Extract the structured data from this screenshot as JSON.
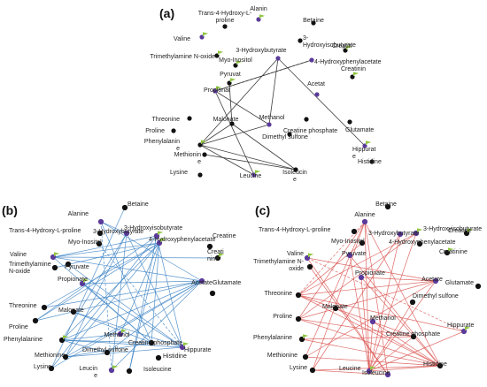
{
  "panels": [
    {
      "id": "a",
      "label": "(a)",
      "nodes": [
        {
          "id": "alanin",
          "lines": [
            "Alanin"
          ],
          "color": "purple",
          "flag": true
        },
        {
          "id": "trans4",
          "lines": [
            "Trans-4-Hydroxy-L-",
            "proline"
          ],
          "color": "black",
          "flag": false
        },
        {
          "id": "betaine",
          "lines": [
            "Betaine"
          ],
          "color": "black",
          "flag": false
        },
        {
          "id": "valine",
          "lines": [
            "Valine"
          ],
          "color": "purple",
          "flag": true
        },
        {
          "id": "hbutyrate",
          "lines": [
            "3-Hydroxybutyrate"
          ],
          "color": "purple",
          "flag": false
        },
        {
          "id": "hisobut",
          "lines": [
            "3-",
            "Hydroxyisobutyrate"
          ],
          "color": "black",
          "flag": false
        },
        {
          "id": "creatin",
          "lines": [
            "Creatin"
          ],
          "color": "black",
          "flag": true
        },
        {
          "id": "tmao",
          "lines": [
            "Trimethylamine N-oxide"
          ],
          "color": "black",
          "flag": true
        },
        {
          "id": "myoinositol",
          "lines": [
            "Myo-Inositol"
          ],
          "color": "black",
          "flag": true
        },
        {
          "id": "hphenyl",
          "lines": [
            "4-Hydroxyphenylacetate"
          ],
          "color": "purple",
          "flag": false
        },
        {
          "id": "creatinin",
          "lines": [
            "Creatinin"
          ],
          "color": "black",
          "flag": true
        },
        {
          "id": "pyruvat",
          "lines": [
            "Pyruvat"
          ],
          "color": "black",
          "flag": true
        },
        {
          "id": "acetat",
          "lines": [
            "Acetat"
          ],
          "color": "purple",
          "flag": false
        },
        {
          "id": "threonine",
          "lines": [
            "Threonine"
          ],
          "color": "black",
          "flag": false
        },
        {
          "id": "propionat",
          "lines": [
            "Propionat"
          ],
          "color": "purple",
          "flag": true
        },
        {
          "id": "proline",
          "lines": [
            "Proline"
          ],
          "color": "black",
          "flag": false
        },
        {
          "id": "crphos",
          "lines": [
            "Creatine phosphate"
          ],
          "color": "black",
          "flag": false
        },
        {
          "id": "glutamate",
          "lines": [
            "Glutamate"
          ],
          "color": "black",
          "flag": false
        },
        {
          "id": "malonate",
          "lines": [
            "Malonate"
          ],
          "color": "black",
          "flag": false
        },
        {
          "id": "methanol",
          "lines": [
            "Methanol"
          ],
          "color": "purple",
          "flag": false
        },
        {
          "id": "dmsulfone",
          "lines": [
            "Dimethyl sulfone"
          ],
          "color": "black",
          "flag": false
        },
        {
          "id": "hippurate",
          "lines": [
            "Hippurat",
            "e"
          ],
          "color": "purple",
          "flag": true
        },
        {
          "id": "phenylal",
          "lines": [
            "Phenylalanin",
            "e"
          ],
          "color": "black",
          "flag": true
        },
        {
          "id": "histidine",
          "lines": [
            "Histidine"
          ],
          "color": "black",
          "flag": false
        },
        {
          "id": "methionine",
          "lines": [
            "Methionin",
            "e"
          ],
          "color": "black",
          "flag": false
        },
        {
          "id": "isoleucine",
          "lines": [
            "Isoleucin",
            "e"
          ],
          "color": "black",
          "flag": false
        },
        {
          "id": "lysine",
          "lines": [
            "Lysine"
          ],
          "color": "black",
          "flag": false
        },
        {
          "id": "leucine",
          "lines": [
            "Leucine"
          ],
          "color": "purple",
          "flag": true
        }
      ]
    },
    {
      "id": "b",
      "label": "(b)",
      "nodes": [
        {
          "id": "betaine",
          "lines": [
            "Betaine"
          ],
          "color": "black",
          "flag": false
        },
        {
          "id": "alanine",
          "lines": [
            "Alanine"
          ],
          "color": "purple",
          "flag": false
        },
        {
          "id": "trans4",
          "lines": [
            "Trans-4-Hydroxy-L-proline"
          ],
          "color": "black",
          "flag": false
        },
        {
          "id": "hbutyrate",
          "lines": [
            "3-Hydroxybutyrate"
          ],
          "color": "purple",
          "flag": false
        },
        {
          "id": "hisobut",
          "lines": [
            "3-Hydroxyisobutyrate"
          ],
          "color": "purple",
          "flag": true
        },
        {
          "id": "myoinositol",
          "lines": [
            "Myo-Inositol"
          ],
          "color": "black",
          "flag": false
        },
        {
          "id": "hphenyl",
          "lines": [
            "4-Hydroxyphenylacetate"
          ],
          "color": "purple",
          "flag": true
        },
        {
          "id": "creatine",
          "lines": [
            "Creatine"
          ],
          "color": "black",
          "flag": false
        },
        {
          "id": "valine",
          "lines": [
            "Valine"
          ],
          "color": "purple",
          "flag": true
        },
        {
          "id": "creatinine",
          "lines": [
            "Creati",
            "nine"
          ],
          "color": "black",
          "flag": true
        },
        {
          "id": "tmao",
          "lines": [
            "Trimethylamine",
            "N-oxide"
          ],
          "color": "black",
          "flag": false
        },
        {
          "id": "pyruvate",
          "lines": [
            "Pyruvate"
          ],
          "color": "black",
          "flag": false
        },
        {
          "id": "propionate",
          "lines": [
            "Propionate"
          ],
          "color": "purple",
          "flag": true
        },
        {
          "id": "acetate",
          "lines": [
            "Acetate"
          ],
          "color": "purple",
          "flag": false
        },
        {
          "id": "threonine",
          "lines": [
            "Threonine"
          ],
          "color": "black",
          "flag": false
        },
        {
          "id": "glutamate",
          "lines": [
            "Glutamate"
          ],
          "color": "black",
          "flag": false
        },
        {
          "id": "malonate",
          "lines": [
            "Malonate"
          ],
          "color": "black",
          "flag": false
        },
        {
          "id": "proline",
          "lines": [
            "Proline"
          ],
          "color": "black",
          "flag": false
        },
        {
          "id": "methanol",
          "lines": [
            "Methanol"
          ],
          "color": "purple",
          "flag": true
        },
        {
          "id": "phenylal",
          "lines": [
            "Phenylalanine"
          ],
          "color": "black",
          "flag": true
        },
        {
          "id": "crphos",
          "lines": [
            "Creatine phosphate"
          ],
          "color": "black",
          "flag": false
        },
        {
          "id": "hippurate",
          "lines": [
            "Hippurate"
          ],
          "color": "purple",
          "flag": true
        },
        {
          "id": "dmsulfone",
          "lines": [
            "Dimethyl sulfone"
          ],
          "color": "black",
          "flag": false
        },
        {
          "id": "methionine",
          "lines": [
            "Methionine"
          ],
          "color": "black",
          "flag": false
        },
        {
          "id": "histidine",
          "lines": [
            "Histidine"
          ],
          "color": "black",
          "flag": false
        },
        {
          "id": "lysine",
          "lines": [
            "Lysine"
          ],
          "color": "black",
          "flag": false
        },
        {
          "id": "leucine",
          "lines": [
            "Leucin",
            "e"
          ],
          "color": "purple",
          "flag": true
        },
        {
          "id": "isoleucine",
          "lines": [
            "Isoleucine"
          ],
          "color": "black",
          "flag": false
        }
      ]
    },
    {
      "id": "c",
      "label": "(c)",
      "nodes": [
        {
          "id": "betaine",
          "lines": [
            "Betaine"
          ],
          "color": "black",
          "flag": false
        },
        {
          "id": "alanine",
          "lines": [
            "Alanine"
          ],
          "color": "purple",
          "flag": false
        },
        {
          "id": "trans4",
          "lines": [
            "Trans-4-Hydroxy-L-proline"
          ],
          "color": "black",
          "flag": false
        },
        {
          "id": "hisobut",
          "lines": [
            "3-Hydroxyisobutyrate"
          ],
          "color": "purple",
          "flag": true
        },
        {
          "id": "hbutyrate",
          "lines": [
            "3-Hydroxybutyrate"
          ],
          "color": "purple",
          "flag": false
        },
        {
          "id": "creatine",
          "lines": [
            "Creatine"
          ],
          "color": "black",
          "flag": true
        },
        {
          "id": "myoinositol",
          "lines": [
            "Myo-Inositol"
          ],
          "color": "black",
          "flag": false
        },
        {
          "id": "hphenyl",
          "lines": [
            "4-Hydroxyphenylacetate"
          ],
          "color": "black",
          "flag": false
        },
        {
          "id": "valine",
          "lines": [
            "Valine"
          ],
          "color": "purple",
          "flag": true
        },
        {
          "id": "pyruvate",
          "lines": [
            "Pyruvate"
          ],
          "color": "purple",
          "flag": false
        },
        {
          "id": "creatinine",
          "lines": [
            "Creatinine"
          ],
          "color": "black",
          "flag": true
        },
        {
          "id": "tmao",
          "lines": [
            "Trimethylamine N-",
            "oxide"
          ],
          "color": "black",
          "flag": false
        },
        {
          "id": "propionate",
          "lines": [
            "Propionate"
          ],
          "color": "purple",
          "flag": false
        },
        {
          "id": "acetate",
          "lines": [
            "Acetate"
          ],
          "color": "purple",
          "flag": false
        },
        {
          "id": "glutamate",
          "lines": [
            "Glutamate"
          ],
          "color": "black",
          "flag": false
        },
        {
          "id": "threonine",
          "lines": [
            "Threonine"
          ],
          "color": "black",
          "flag": false
        },
        {
          "id": "dmsulfone",
          "lines": [
            "Dimethyl sulfone"
          ],
          "color": "black",
          "flag": false
        },
        {
          "id": "malonate",
          "lines": [
            "Malonate"
          ],
          "color": "black",
          "flag": false
        },
        {
          "id": "proline",
          "lines": [
            "Proline"
          ],
          "color": "black",
          "flag": false
        },
        {
          "id": "methanol",
          "lines": [
            "Methanol"
          ],
          "color": "purple",
          "flag": false
        },
        {
          "id": "hippurate",
          "lines": [
            "Hippurate"
          ],
          "color": "purple",
          "flag": true
        },
        {
          "id": "crphos",
          "lines": [
            "Creatine phosphate"
          ],
          "color": "black",
          "flag": false
        },
        {
          "id": "phenylal",
          "lines": [
            "Phenylalanine"
          ],
          "color": "black",
          "flag": true
        },
        {
          "id": "methionine",
          "lines": [
            "Methionine"
          ],
          "color": "black",
          "flag": false
        },
        {
          "id": "histidine",
          "lines": [
            "Histidine"
          ],
          "color": "black",
          "flag": false
        },
        {
          "id": "lysine",
          "lines": [
            "Lysine"
          ],
          "color": "black",
          "flag": false
        },
        {
          "id": "leucine",
          "lines": [
            "Leucine"
          ],
          "color": "purple",
          "flag": true
        },
        {
          "id": "isoleucine",
          "lines": [
            "Isoleucine"
          ],
          "color": "purple",
          "flag": false
        }
      ]
    }
  ],
  "colors": {
    "node_black": "#111111",
    "node_purple": "#5b3a9a",
    "flag": "#8ec63f",
    "edges_a": "#333333",
    "edges_b": "#3b82c4",
    "edges_c": "#d9534f"
  }
}
